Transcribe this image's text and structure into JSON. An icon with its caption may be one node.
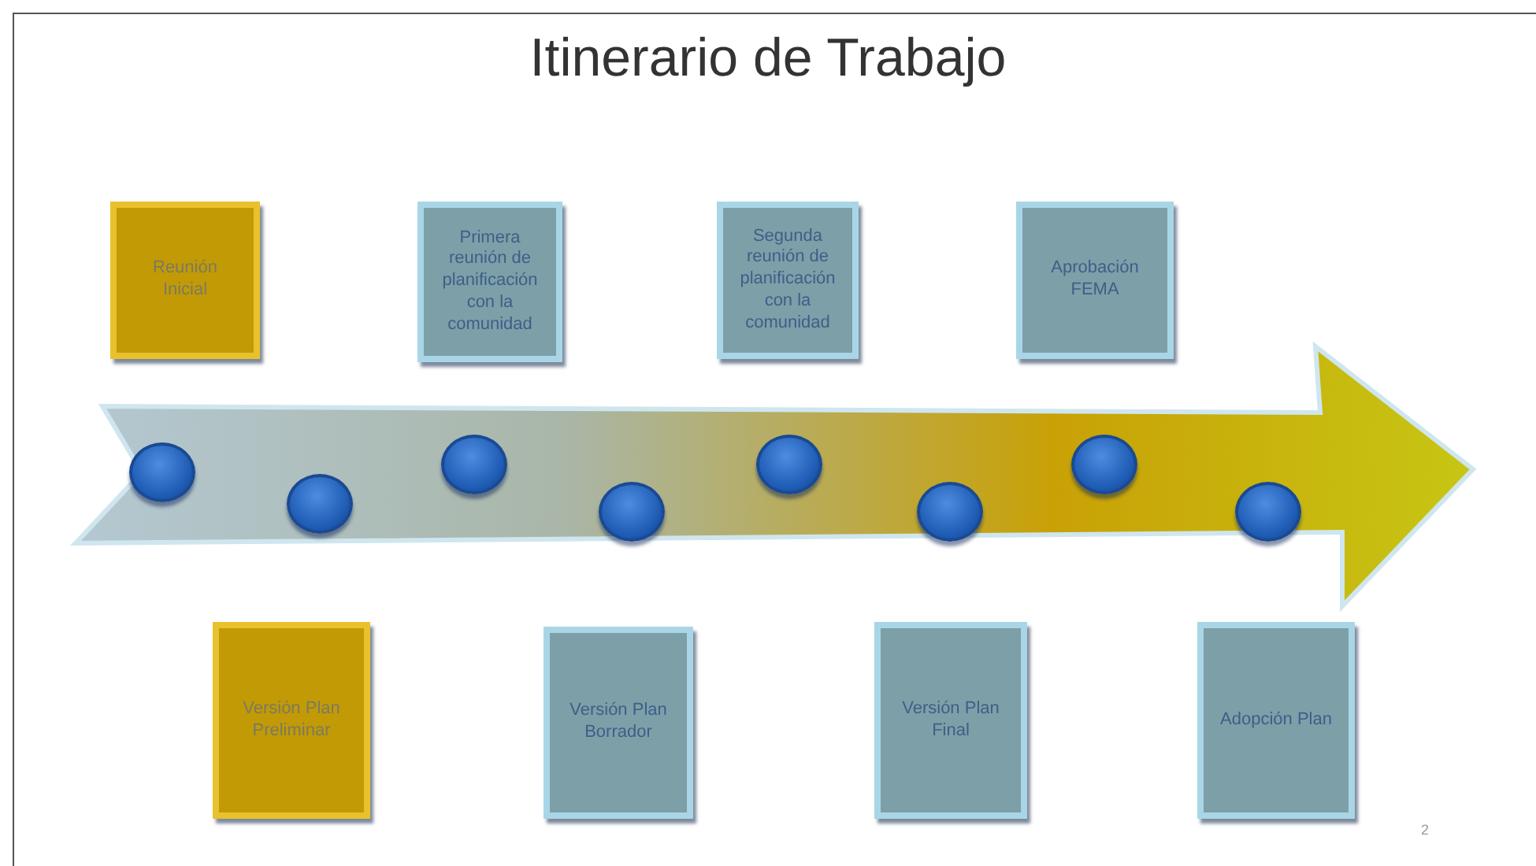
{
  "diagram": {
    "title": "Itinerario de Trabajo",
    "nodes": [
      {
        "text": [
          "Reunión Inicial"
        ]
      },
      {
        "text": [
          "Primera reunión de planificación con la comunidad"
        ]
      },
      {
        "text": [
          "Segunda reunión de planificación con la comunidad"
        ]
      },
      {
        "text": [
          "Aprobación FEMA"
        ]
      },
      {
        "text": [],
        "shape": "circle"
      },
      {
        "text": [],
        "shape": "circle"
      },
      {
        "text": [],
        "shape": "circle"
      },
      {
        "text": [],
        "shape": "circle"
      },
      {
        "text": [],
        "shape": "circle"
      },
      {
        "text": [],
        "shape": "circle"
      },
      {
        "text": [],
        "shape": "circle"
      },
      {
        "text": [],
        "shape": "circle"
      },
      {
        "text": [
          "Versión Plan Preliminar"
        ]
      },
      {
        "text": [
          "Versión Plan Borrador"
        ]
      },
      {
        "text": [
          "Versión Plan Final"
        ]
      },
      {
        "text": [
          "Adopción Plan"
        ]
      }
    ],
    "edges": [],
    "labels": [
      "2"
    ]
  }
}
